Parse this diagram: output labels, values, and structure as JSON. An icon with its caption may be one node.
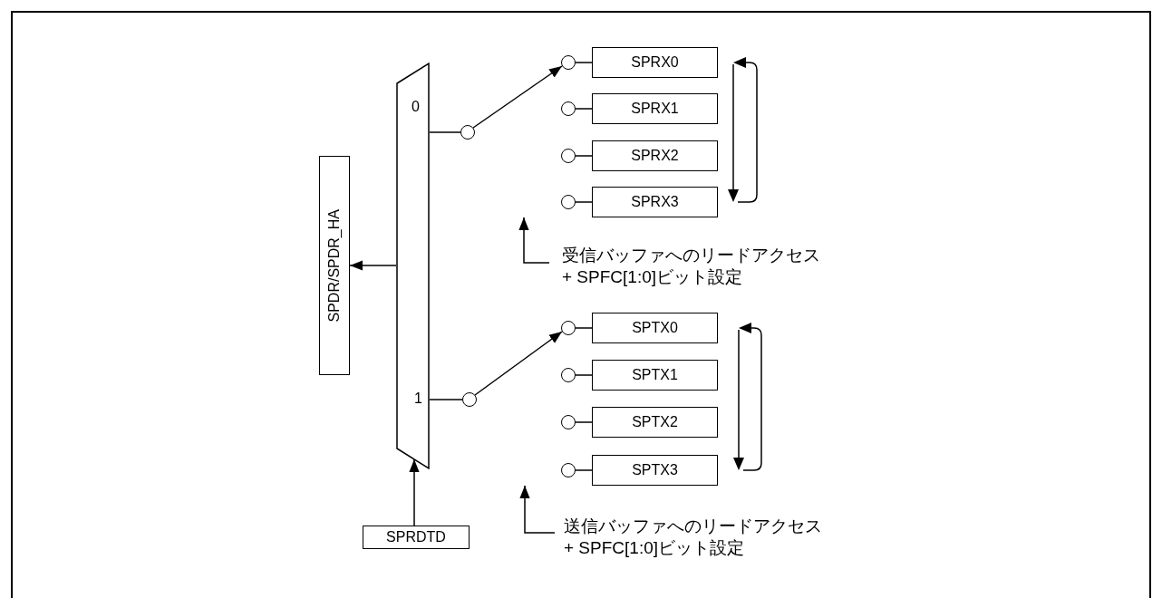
{
  "diagram": {
    "nodes": [
      {
        "text": [
          "0",
          "1"
        ]
      },
      {
        "text": [
          "SPDR/SPDR_HA"
        ]
      },
      {
        "text": [
          "SPRDTD"
        ]
      },
      {
        "text": [],
        "shape": "circle"
      },
      {
        "text": [],
        "shape": "circle"
      },
      {
        "text": [],
        "shape": "circle"
      },
      {
        "text": [],
        "shape": "circle"
      },
      {
        "text": [],
        "shape": "circle"
      },
      {
        "text": [
          "SPRX0"
        ]
      },
      {
        "text": [
          "SPRX1"
        ]
      },
      {
        "text": [
          "SPRX2"
        ]
      },
      {
        "text": [
          "SPRX3"
        ]
      },
      {
        "text": [],
        "shape": "circle"
      },
      {
        "text": [],
        "shape": "circle"
      },
      {
        "text": [],
        "shape": "circle"
      },
      {
        "text": [],
        "shape": "circle"
      },
      {
        "text": [],
        "shape": "circle"
      },
      {
        "text": [
          "SPTX0"
        ]
      },
      {
        "text": [
          "SPTX1"
        ]
      },
      {
        "text": [
          "SPTX2"
        ]
      },
      {
        "text": [
          "SPTX3"
        ]
      },
      {
        "text": [
          "受信バッファへのリードアクセス + SPFC[1:0]ビット設定"
        ]
      },
      {
        "text": [
          "送信バッファへのリードアクセス + SPFC[1:0]ビット設定"
        ]
      }
    ],
    "edges": [
      {
        "from": 0,
        "to": 1,
        "arrow": "to"
      },
      {
        "from": 2,
        "to": 0,
        "arrow": "to"
      },
      {
        "from": 0,
        "to": 3,
        "arrow": "none"
      },
      {
        "from": 3,
        "to": 4,
        "arrow": "to"
      },
      {
        "from": 4,
        "to": 8,
        "arrow": "none"
      },
      {
        "from": 5,
        "to": 9,
        "arrow": "none"
      },
      {
        "from": 6,
        "to": 10,
        "arrow": "none"
      },
      {
        "from": 7,
        "to": 11,
        "arrow": "none"
      },
      {
        "from": 0,
        "to": 12,
        "arrow": "none"
      },
      {
        "from": 12,
        "to": 13,
        "arrow": "to"
      },
      {
        "from": 13,
        "to": 17,
        "arrow": "none"
      },
      {
        "from": 14,
        "to": 18,
        "arrow": "none"
      },
      {
        "from": 15,
        "to": 19,
        "arrow": "none"
      },
      {
        "from": 16,
        "to": 20,
        "arrow": "none"
      },
      {
        "from": 21,
        "to": null,
        "arrow": "to"
      },
      {
        "from": 22,
        "to": null,
        "arrow": "to"
      }
    ]
  }
}
